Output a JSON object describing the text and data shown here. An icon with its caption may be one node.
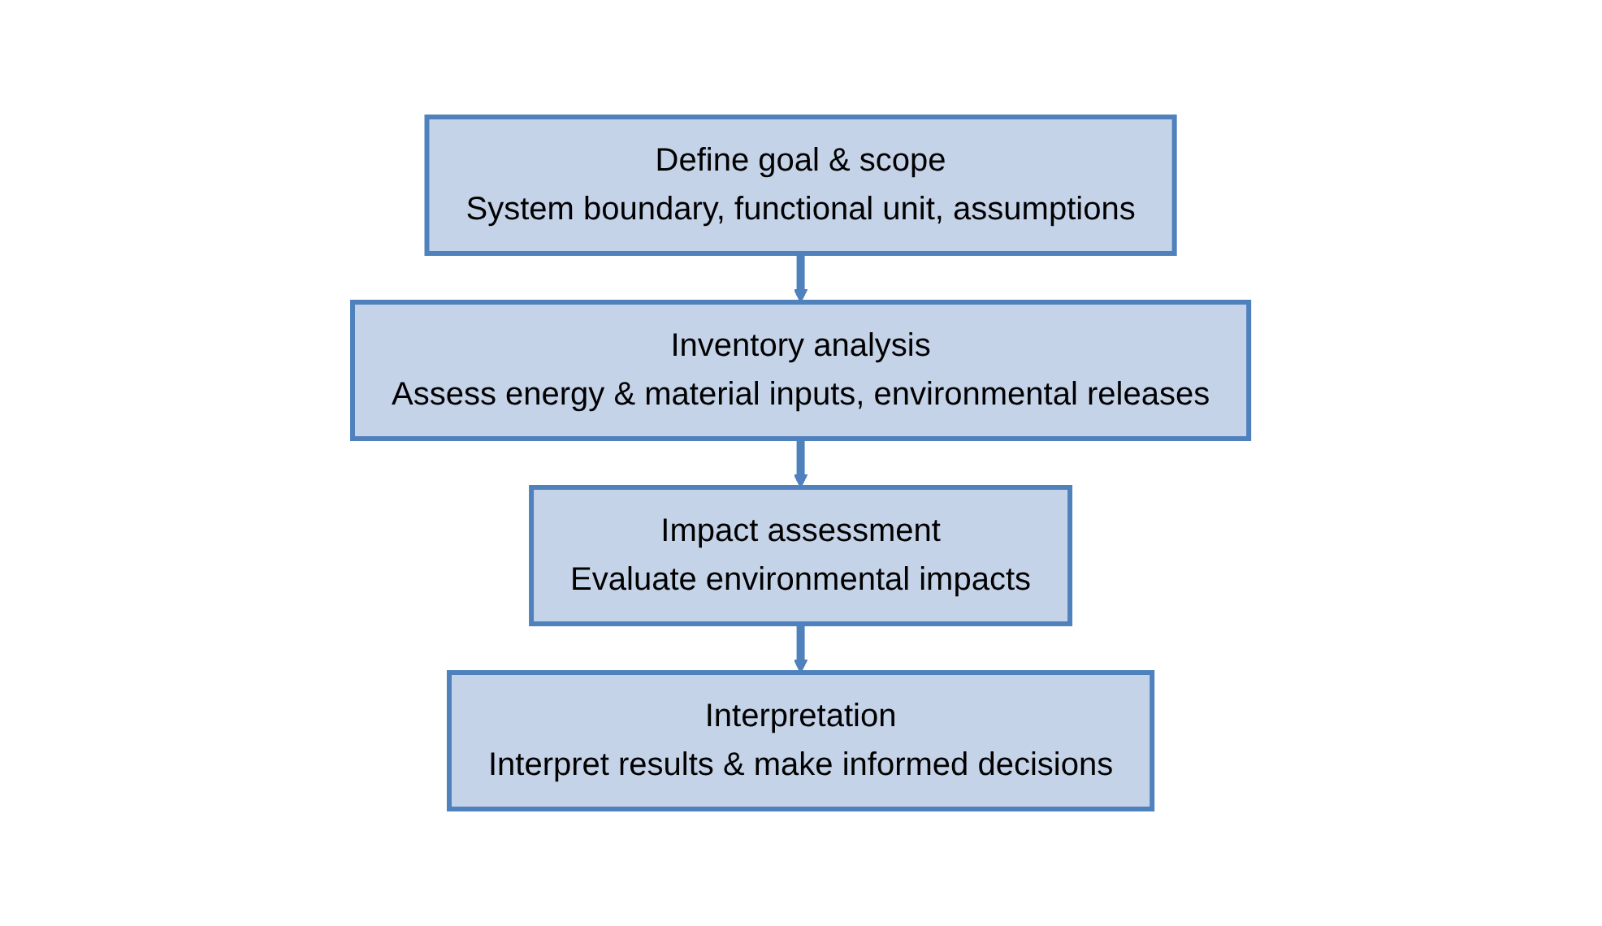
{
  "diagram": {
    "nodes": [
      {
        "text": [
          "Define goal & scope",
          "System boundary, functional unit, assumptions"
        ]
      },
      {
        "text": [
          "Inventory analysis",
          "Assess energy & material inputs, environmental releases"
        ]
      },
      {
        "text": [
          "Impact assessment",
          "Evaluate environmental impacts"
        ]
      },
      {
        "text": [
          "Interpretation",
          "Interpret results & make informed decisions"
        ]
      }
    ],
    "edges": [
      {
        "from": 0,
        "to": 1,
        "arrow": "to"
      },
      {
        "from": 1,
        "to": 2,
        "arrow": "to"
      },
      {
        "from": 2,
        "to": 3,
        "arrow": "to"
      }
    ]
  }
}
